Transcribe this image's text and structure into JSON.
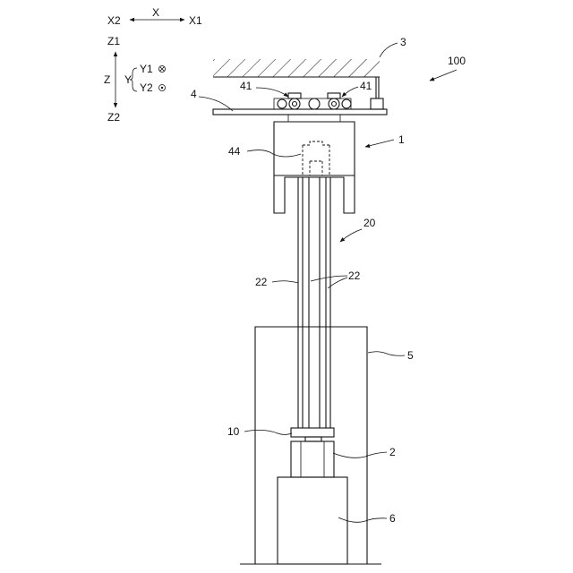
{
  "axes": {
    "x_label": "X",
    "x2_label": "X2",
    "x1_label": "X1",
    "z_label": "Z",
    "z1_label": "Z1",
    "z2_label": "Z2",
    "y_label": "Y",
    "y1_label": "Y1",
    "y2_label": "Y2"
  },
  "refs": {
    "system": "100",
    "ceiling": "3",
    "rail": "4",
    "wheel_left": "41",
    "wheel_right": "41",
    "vehicle": "1",
    "holder": "44",
    "lift": "20",
    "belt_left": "22",
    "belt_right": "22",
    "chamber": "5",
    "gripper": "10",
    "article": "2",
    "stage": "6"
  }
}
